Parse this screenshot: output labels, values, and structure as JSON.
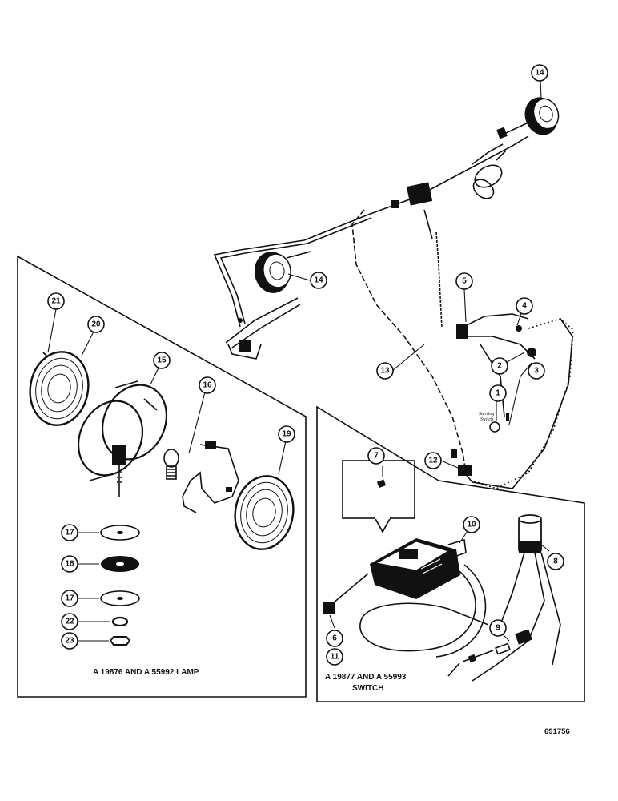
{
  "callouts": [
    {
      "id": "1",
      "label": "1"
    },
    {
      "id": "2",
      "label": "2"
    },
    {
      "id": "3",
      "label": "3"
    },
    {
      "id": "4",
      "label": "4"
    },
    {
      "id": "5",
      "label": "5"
    },
    {
      "id": "6",
      "label": "6"
    },
    {
      "id": "7",
      "label": "7"
    },
    {
      "id": "8",
      "label": "8"
    },
    {
      "id": "9",
      "label": "9"
    },
    {
      "id": "10",
      "label": "10"
    },
    {
      "id": "11",
      "label": "11"
    },
    {
      "id": "12",
      "label": "12"
    },
    {
      "id": "13",
      "label": "13"
    },
    {
      "id": "14a",
      "label": "14"
    },
    {
      "id": "14b",
      "label": "14"
    },
    {
      "id": "15",
      "label": "15"
    },
    {
      "id": "16",
      "label": "16"
    },
    {
      "id": "17a",
      "label": "17"
    },
    {
      "id": "17b",
      "label": "17"
    },
    {
      "id": "18",
      "label": "18"
    },
    {
      "id": "19",
      "label": "19"
    },
    {
      "id": "20",
      "label": "20"
    },
    {
      "id": "21",
      "label": "21"
    },
    {
      "id": "22",
      "label": "22"
    },
    {
      "id": "23",
      "label": "23"
    }
  ],
  "captions": {
    "lamp_panel": "A 19876 AND A 55992 LAMP",
    "switch_panel_line1": "A 19877 AND A 55993",
    "switch_panel_line2": "SWITCH",
    "starting_switch_line1": "Starting",
    "starting_switch_line2": "Switch"
  },
  "reference_number": "691756"
}
